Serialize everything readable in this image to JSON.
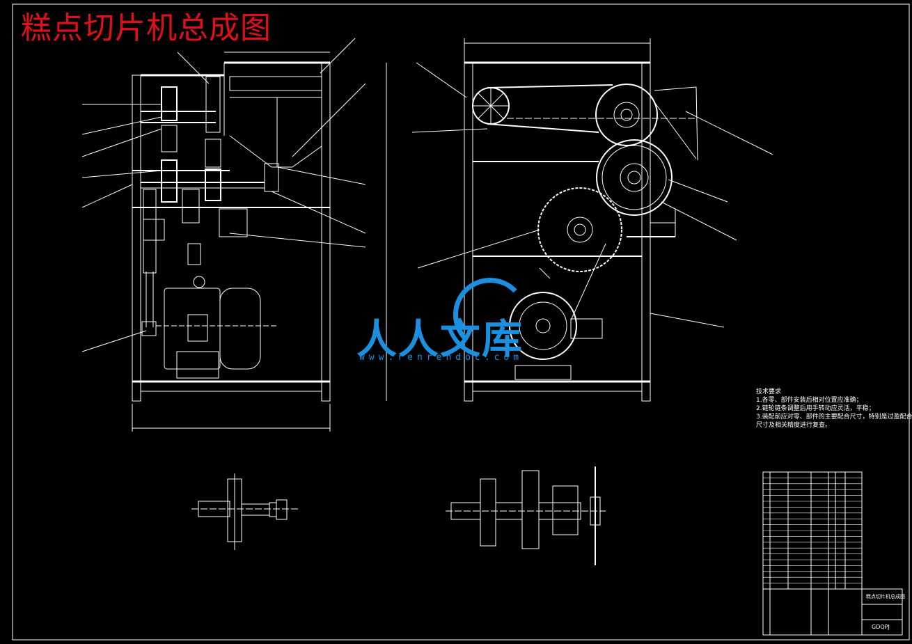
{
  "drawing": {
    "title": "糕点切片机总成图",
    "technical_requirements": {
      "heading": "技术要求",
      "items": [
        "1.各零、部件安装后相对位置应准确；",
        "2.链轮链条调整后用手转动应灵活，平稳；",
        "3.装配前应对零、部件的主要配合尺寸，特别是过盈配合",
        "尺寸及相关精度进行复查。"
      ]
    },
    "title_block": {
      "drawing_name": "糕点切片机总成图",
      "drawing_code": "GDQPJ"
    }
  },
  "watermark": {
    "brand": "人人文库",
    "url": "www.renrendoc.com"
  },
  "colors": {
    "background": "#000000",
    "line": "#ffffff",
    "title": "#e0101a",
    "watermark": "#1b8fe0"
  }
}
